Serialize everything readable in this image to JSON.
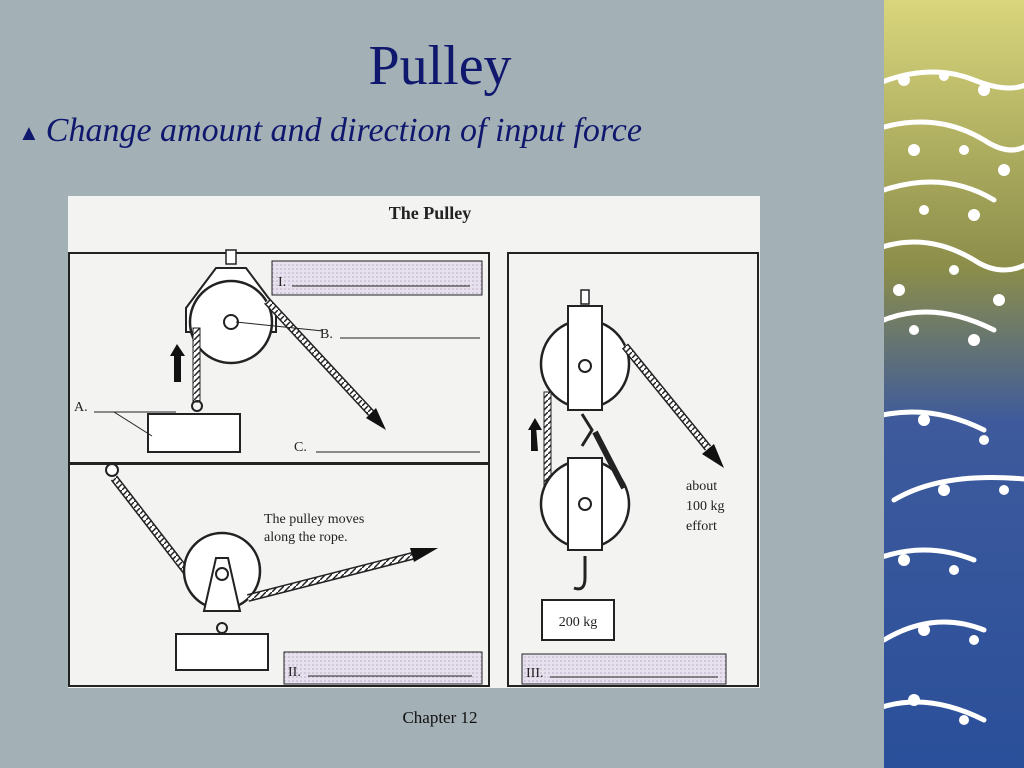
{
  "slide": {
    "title": "Pulley",
    "bullet_glyph": "▲",
    "bullet_text": "Change amount and direction of input force",
    "footer": "Chapter 12"
  },
  "figure": {
    "heading": "The Pulley",
    "panel1": {
      "blank_label": "I.",
      "label_a": "A.",
      "label_b": "B.",
      "label_c": "C."
    },
    "panel2": {
      "caption_line1": "The pulley moves",
      "caption_line2": "along the rope.",
      "blank_label": "II."
    },
    "panel3": {
      "effort_line1": "about",
      "effort_line2": "100 kg",
      "effort_line3": "effort",
      "load_label": "200 kg",
      "blank_label": "III."
    }
  },
  "colors": {
    "background": "#a3b0b6",
    "title": "#10186e",
    "wave_blue": "#2f59a8",
    "wave_yellow": "#d8d57a"
  }
}
